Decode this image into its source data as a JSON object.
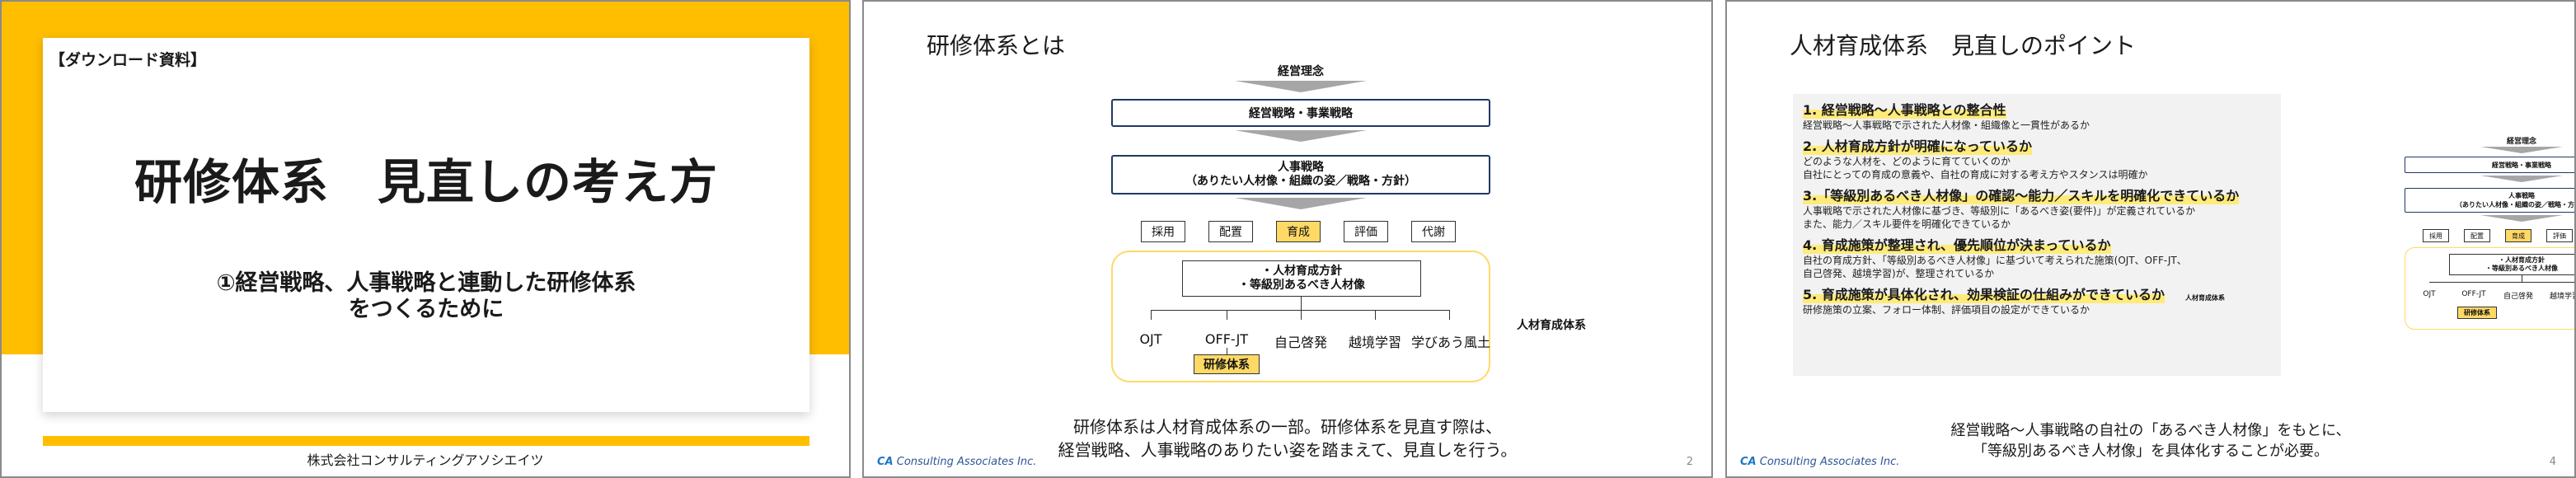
{
  "slide1": {
    "tag": "【ダウンロード資料】",
    "title": "研修体系　見直しの考え方",
    "subtitle_line1": "①経営戦略、人事戦略と連動した研修体系",
    "subtitle_line2": "をつくるために",
    "company": "株式会社コンサルティングアソシエイツ"
  },
  "slide2": {
    "heading": "研修体系とは",
    "caption_line1": "研修体系は人材育成体系の一部。研修体系を見直す際は、",
    "caption_line2": "経営戦略、人事戦略のありたい姿を踏まえて、見直しを行う。",
    "page_number": "2"
  },
  "slide3": {
    "heading": "人材育成体系　見直しのポイント",
    "points": [
      {
        "title": "1. 経営戦略～人事戦略との整合性",
        "lines": [
          "経営戦略～人事戦略で示された人材像・組織像と一貫性があるか"
        ]
      },
      {
        "title": "2. 人材育成方針が明確になっているか",
        "lines": [
          "どのような人材を、どのように育てていくのか",
          "自社にとっての育成の意義や、自社の育成に対する考え方やスタンスは明確か"
        ]
      },
      {
        "title": "3.「等級別あるべき人材像」の確認～能力／スキルを明確化できているか",
        "lines": [
          "人事戦略で示された人材像に基づき、等級別に「あるべき姿(要件)」が定義されているか",
          "また、能力／スキル要件を明確化できているか"
        ]
      },
      {
        "title": "4. 育成施策が整理され、優先順位が決まっているか",
        "lines": [
          "自社の育成方針、「等級別あるべき人材像」に基づいて考えられた施策(OJT、OFF-JT、",
          "自己啓発、越境学習)が、整理されているか"
        ]
      },
      {
        "title": "5. 育成施策が具体化され、効果検証の仕組みができているか",
        "lines": [
          "研修施策の立案、フォロー体制、評価項目の設定ができているか"
        ]
      }
    ],
    "caption_line1": "経営戦略～人事戦略の自社の「あるべき人材像」をもとに、",
    "caption_line2": "「等級別あるべき人材像」を具体化することが必要。",
    "page_number": "4"
  },
  "logo": {
    "mark": "CA",
    "text": " Consulting Associates Inc."
  },
  "diagram": {
    "top_label": "経営理念",
    "strategy": "経営戦略・事業戦略",
    "hr_strategy_line1": "人事戦略",
    "hr_strategy_line2": "（ありたい人材像・組織の姿／戦略・方針）",
    "functions": [
      "採用",
      "配置",
      "育成",
      "評価",
      "代謝"
    ],
    "highlight_function": "育成",
    "policy_line1": "・人材育成方針",
    "policy_line2": "・等級別あるべき人材像",
    "measures": [
      "OJT",
      "OFF-JT",
      "自己啓発",
      "越境学習",
      "学びあう風土"
    ],
    "training_system": "研修体系",
    "side_label": "人材育成体系"
  },
  "colors": {
    "accent_yellow": "#ffbe00",
    "highlight_yellow": "#ffd966",
    "navy": "#1f3864",
    "logo_blue": "#2f5597"
  }
}
